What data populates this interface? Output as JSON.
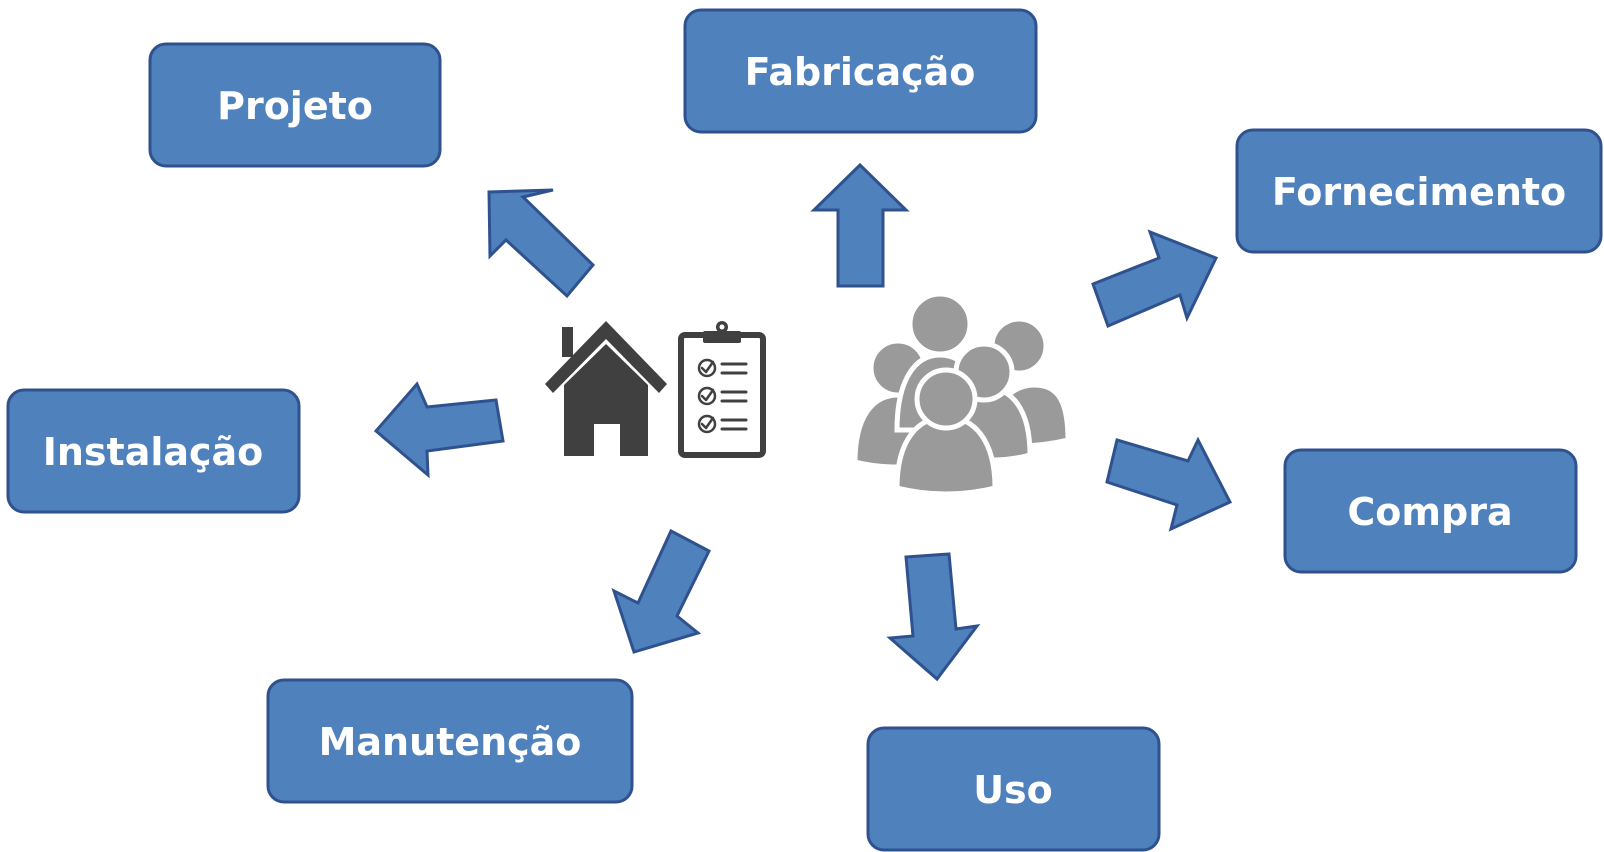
{
  "diagram": {
    "nodes": [
      {
        "id": "projeto",
        "label": "Projeto"
      },
      {
        "id": "fabricacao",
        "label": "Fabricação"
      },
      {
        "id": "fornecimento",
        "label": "Fornecimento"
      },
      {
        "id": "instalacao",
        "label": "Instalação"
      },
      {
        "id": "compra",
        "label": "Compra"
      },
      {
        "id": "manutencao",
        "label": "Manutenção"
      },
      {
        "id": "uso",
        "label": "Uso"
      }
    ],
    "center_icons": [
      "house-icon",
      "clipboard-checklist-icon",
      "people-group-icon"
    ],
    "colors": {
      "box_fill": "#4f81bd",
      "box_border": "#2f528f",
      "label_text": "#ffffff",
      "icon_dark": "#404040",
      "icon_gray": "#9a9a9a"
    }
  }
}
